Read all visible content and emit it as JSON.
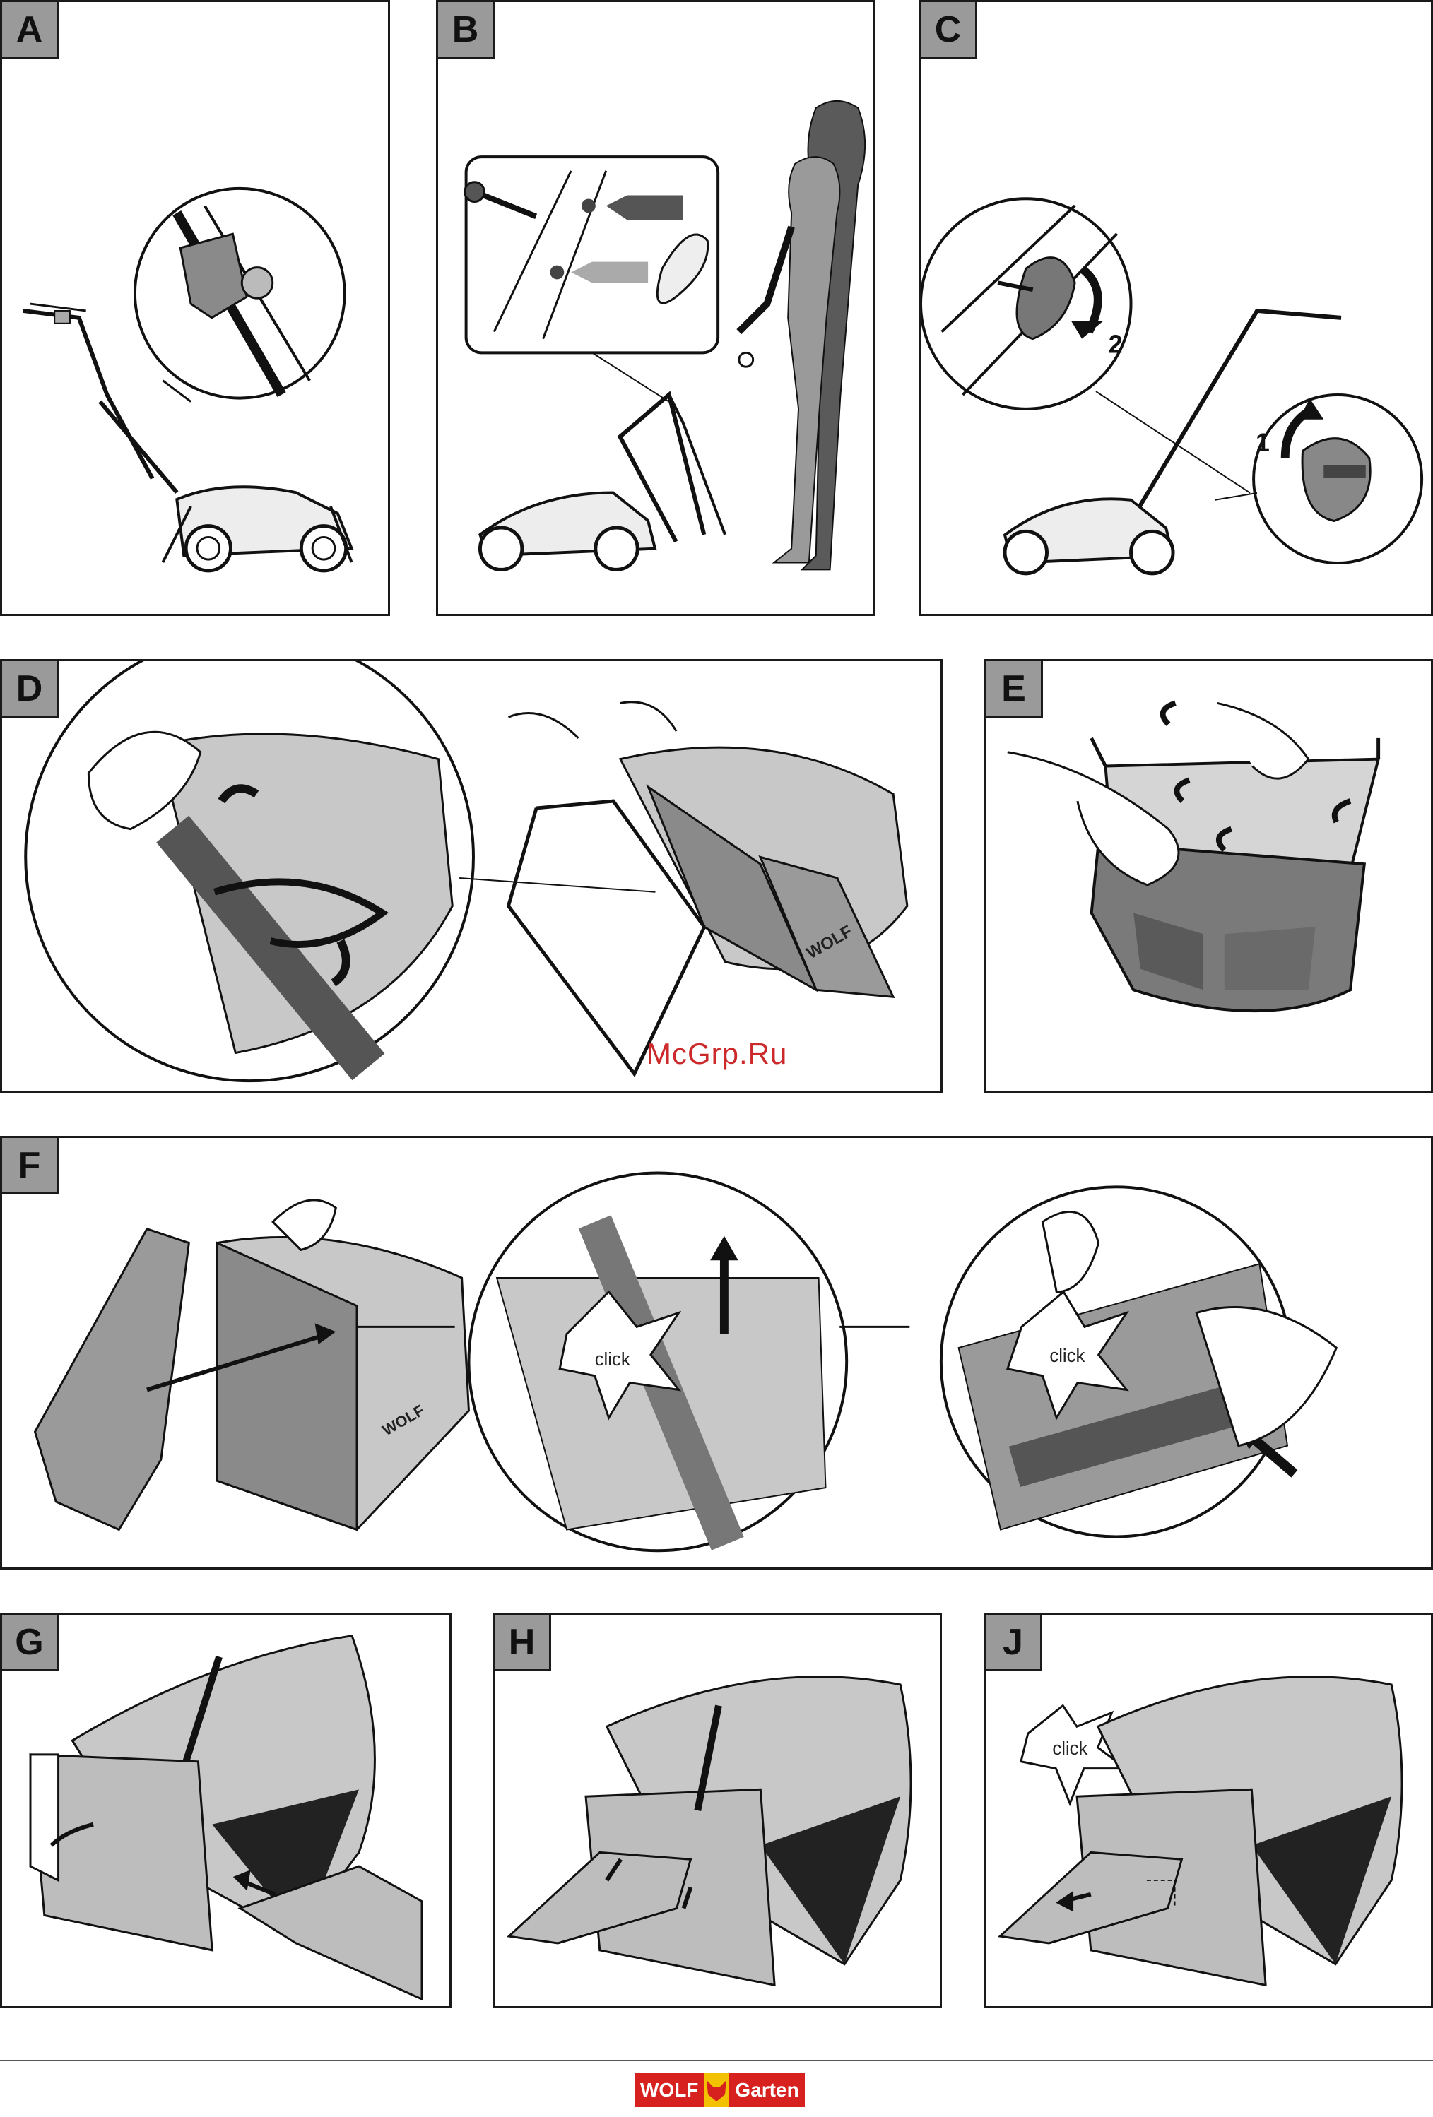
{
  "panels": {
    "A": {
      "label": "A"
    },
    "B": {
      "label": "B"
    },
    "C": {
      "label": "C",
      "step1": "1",
      "step2": "2"
    },
    "D": {
      "label": "D",
      "brand": "WOLF"
    },
    "E": {
      "label": "E"
    },
    "F": {
      "label": "F",
      "click1": "click",
      "click2": "click",
      "brand": "WOLF"
    },
    "G": {
      "label": "G"
    },
    "H": {
      "label": "H"
    },
    "J": {
      "label": "J",
      "click": "click"
    }
  },
  "watermark": "McGrp.Ru",
  "logo": {
    "left": "WOLF",
    "right": "Garten"
  },
  "colors": {
    "frame": "#1a1a1a",
    "label_bg": "#9a9a9a",
    "bag": "#c8c8c8",
    "dark": "#555555",
    "brand_red": "#d6211f",
    "brand_yellow": "#f2c200"
  }
}
